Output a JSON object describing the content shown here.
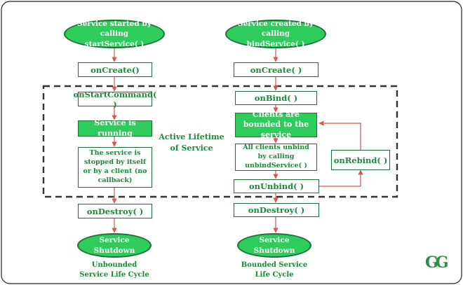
{
  "left_flow": {
    "start": "Service started by calling startService( )",
    "create": "onCreate()",
    "start_command": "onStartCommand( )",
    "running": "Service is running",
    "stopped": "The service is stopped by itself or by a client (no callback)",
    "destroy": "onDestroy( )",
    "shutdown": "Service Shutdown",
    "caption": "Unbounded Service Life Cycle"
  },
  "right_flow": {
    "start": "Service created by calling bindService( )",
    "create": "onCreate( )",
    "bind": "onBind( )",
    "clients_bound": "Clients are bounded to the service",
    "unbind_all": "All clients unbind by calling unbindService( )",
    "unbind": "onUnbind( )",
    "rebind": "onRebind( )",
    "destroy": "onDestroy( )",
    "shutdown": "Service Shutdown",
    "caption": "Bounded Service Life Cycle"
  },
  "active_lifetime_label": "Active Lifetime of Service",
  "logo_text": "GG",
  "colors": {
    "green_fill": "#2ecc5a",
    "green_dark": "#1f6f3a",
    "text_green": "#1a8a3a",
    "arrow_red": "#e05252"
  }
}
